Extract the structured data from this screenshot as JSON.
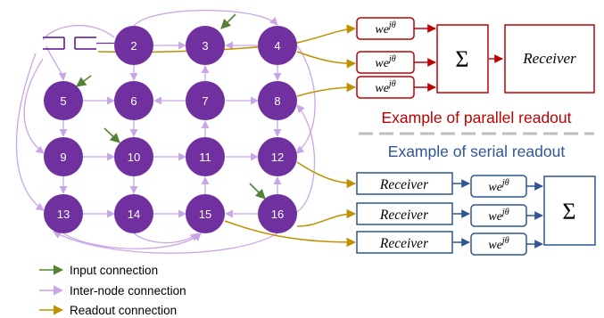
{
  "nodes": [
    {
      "id": "2"
    },
    {
      "id": "3"
    },
    {
      "id": "4"
    },
    {
      "id": "5"
    },
    {
      "id": "6"
    },
    {
      "id": "7"
    },
    {
      "id": "8"
    },
    {
      "id": "9"
    },
    {
      "id": "10"
    },
    {
      "id": "11"
    },
    {
      "id": "12"
    },
    {
      "id": "13"
    },
    {
      "id": "14"
    },
    {
      "id": "15"
    },
    {
      "id": "16"
    }
  ],
  "parallel": {
    "weight_label": "we",
    "weight_exp": "jθ",
    "sum_symbol": "Σ",
    "receiver_label": "Receiver",
    "caption": "Example of parallel readout"
  },
  "serial": {
    "receiver_label": "Receiver",
    "weight_label": "we",
    "weight_exp": "jθ",
    "sum_symbol": "Σ",
    "caption": "Example of serial readout"
  },
  "legend": {
    "input": "Input connection",
    "internode": "Inter-node connection",
    "readout": "Readout connection"
  },
  "colors": {
    "node": "#7030a0",
    "input_arrow": "#548235",
    "internode_arrow": "#c9a6e6",
    "readout_arrow": "#bf9000",
    "parallel": "#c00000",
    "serial": "#2f5597",
    "divider": "#bfbfbf"
  }
}
